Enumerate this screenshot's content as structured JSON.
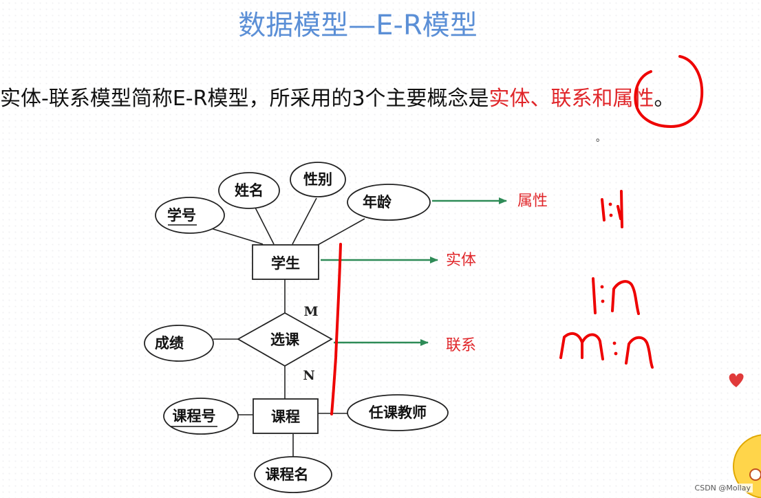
{
  "title": "数据模型—E-R模型",
  "intro": {
    "prefix": "实体-联系模型简称E-R模型，所采用的3个主要概念是",
    "highlight": "实体、联系和属性",
    "suffix": "。"
  },
  "dot": "。",
  "er": {
    "entities": {
      "student": "学生",
      "course": "课程"
    },
    "relationship": "选课",
    "attributes": {
      "student_no": "学号",
      "name": "姓名",
      "gender": "性别",
      "age": "年龄",
      "grade": "成绩",
      "course_no": "课程号",
      "teacher": "任课教师",
      "course_name": "课程名"
    },
    "cardinality": {
      "m": "M",
      "n": "N"
    }
  },
  "legend": {
    "attribute": "属性",
    "entity": "实体",
    "relationship": "联系"
  },
  "colors": {
    "title": "#5b8fd6",
    "highlight": "#e0262a",
    "arrow": "#2e8b57",
    "annotation": "#ee0000"
  },
  "watermark": "CSDN @Mollay"
}
